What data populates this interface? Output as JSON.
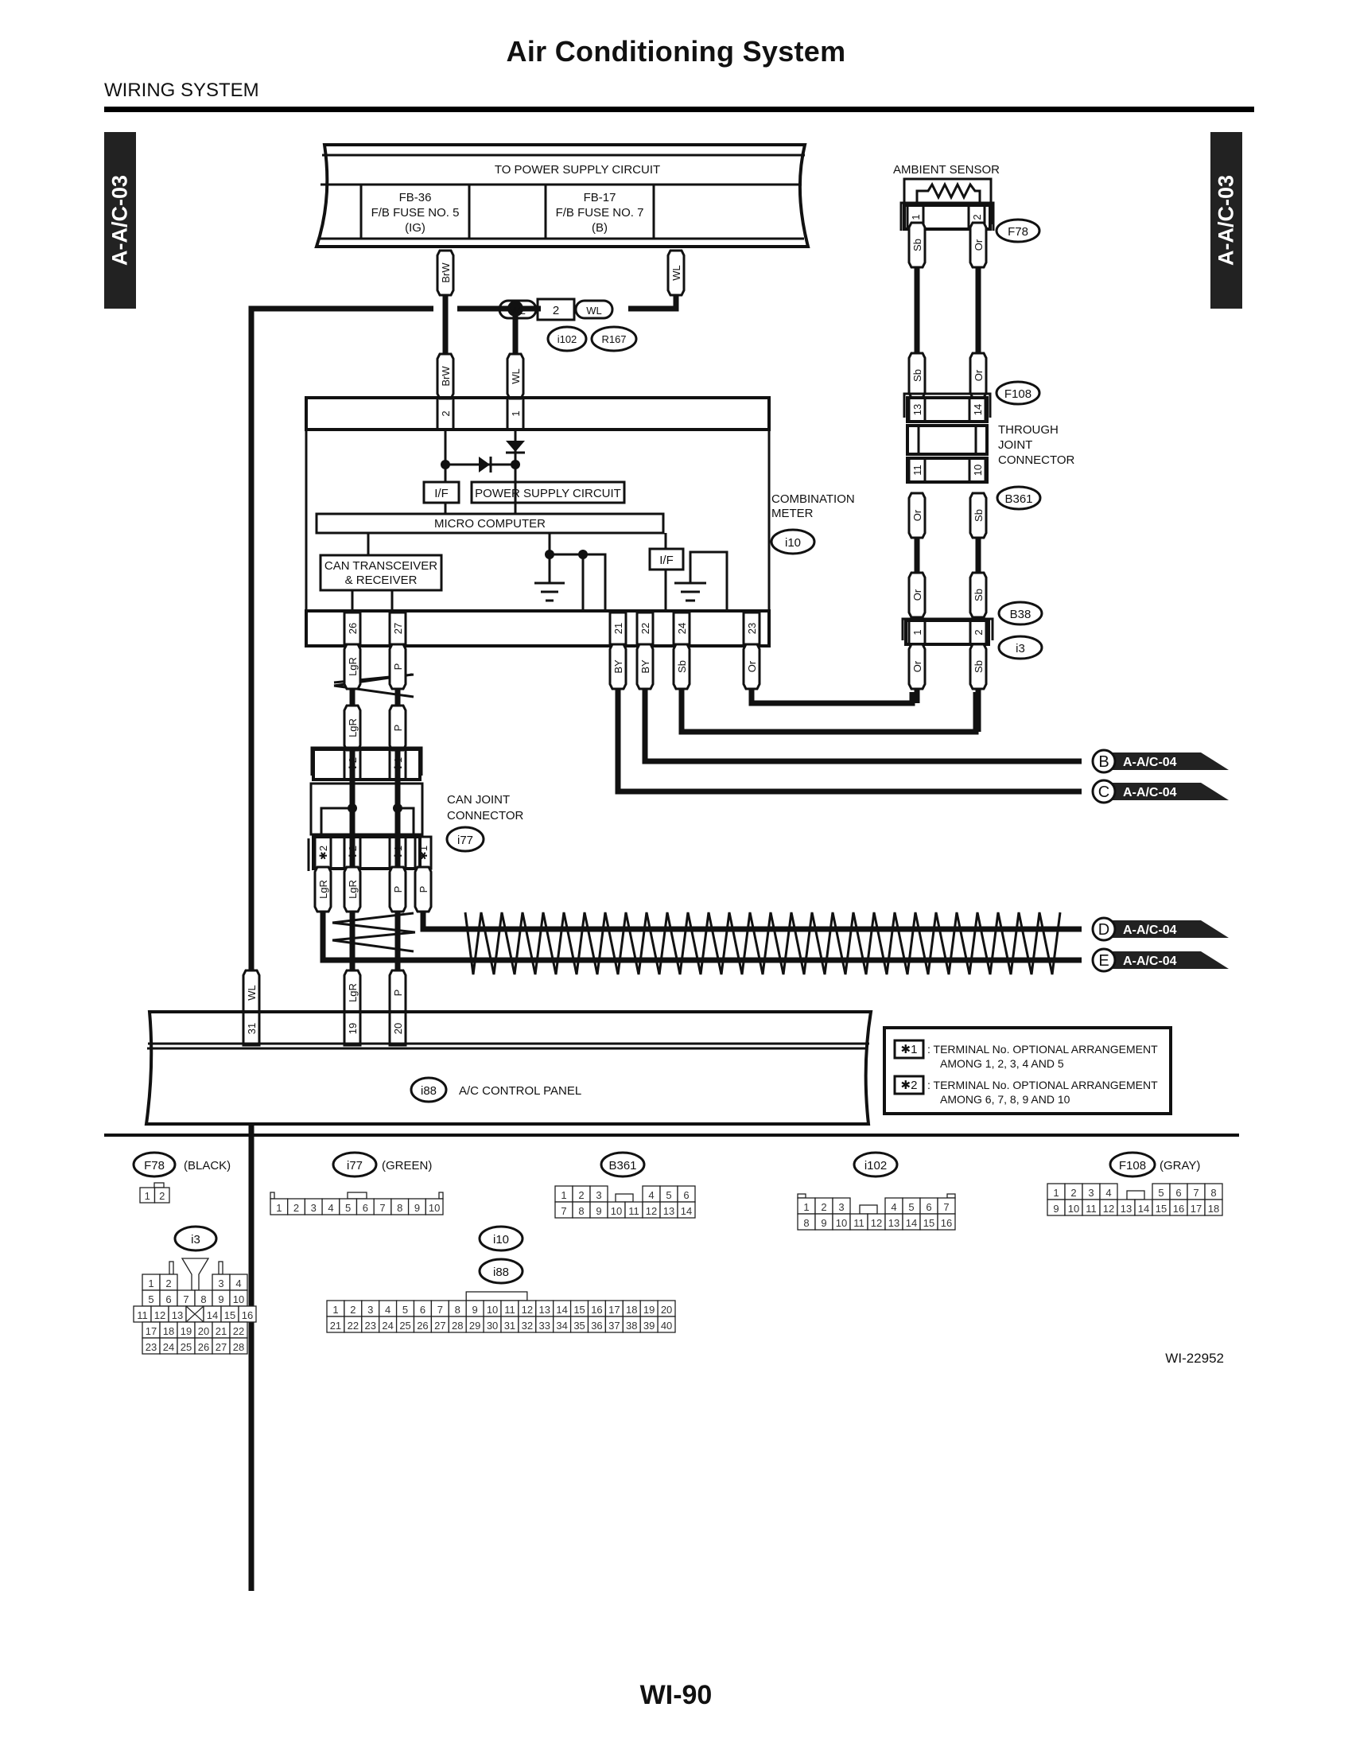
{
  "header": {
    "title": "Air Conditioning System",
    "section": "WIRING SYSTEM"
  },
  "side_tabs": {
    "left": "A-A/C-03",
    "right": "A-A/C-03"
  },
  "footer": {
    "page": "WI-90",
    "figure_id": "WI-22952"
  },
  "power_supply": {
    "title": "TO POWER SUPPLY CIRCUIT",
    "fuse_left": {
      "line1": "FB-36",
      "line2": "F/B FUSE NO. 5",
      "line3": "(IG)"
    },
    "fuse_right": {
      "line1": "FB-17",
      "line2": "F/B FUSE NO. 7",
      "line3": "(B)"
    }
  },
  "wires": {
    "brw": "BrW",
    "wl": "WL",
    "lgr": "LgR",
    "p": "P",
    "by": "BY",
    "sb": "Sb",
    "or": "Or"
  },
  "joint_i102": {
    "pin": "2",
    "connectors": [
      "i102",
      "R167"
    ]
  },
  "combination_meter": {
    "name_line1": "COMBINATION",
    "name_line2": "METER",
    "connector": "i10",
    "top_pins": [
      "2",
      "1"
    ],
    "bottom_pins": [
      "26",
      "27",
      "21",
      "22",
      "24",
      "23"
    ],
    "blocks": {
      "if": "I/F",
      "power_supply": "POWER SUPPLY CIRCUIT",
      "micro": "MICRO COMPUTER",
      "can_line1": "CAN TRANSCEIVER",
      "can_line2": "& RECEIVER"
    }
  },
  "ambient_sensor": {
    "name": "AMBIENT SENSOR",
    "connector": "F78",
    "pins": [
      "1",
      "2"
    ]
  },
  "through_joint": {
    "line1": "THROUGH",
    "line2": "JOINT",
    "line3": "CONNECTOR",
    "top_connector": "F108",
    "top_pins": [
      "13",
      "14"
    ],
    "bottom_connector": "B361",
    "bottom_pins": [
      "11",
      "10"
    ]
  },
  "b38_i3": {
    "connectors": [
      "B38",
      "i3"
    ],
    "pins": [
      "1",
      "2"
    ]
  },
  "can_joint": {
    "line1": "CAN JOINT",
    "line2": "CONNECTOR",
    "connector": "i77",
    "top_pins": [
      "✱2",
      "✱1"
    ],
    "bottom_pins": [
      "✱2",
      "✱2",
      "✱1",
      "✱1"
    ]
  },
  "off_page": [
    {
      "letter": "B",
      "ref": "A-A/C-04"
    },
    {
      "letter": "C",
      "ref": "A-A/C-04"
    },
    {
      "letter": "D",
      "ref": "A-A/C-04"
    },
    {
      "letter": "E",
      "ref": "A-A/C-04"
    }
  ],
  "ac_panel": {
    "connector": "i88",
    "name": "A/C CONTROL PANEL",
    "pins": [
      "31",
      "19",
      "20"
    ]
  },
  "legend": [
    {
      "mark": "✱1",
      "line1": ": TERMINAL No. OPTIONAL ARRANGEMENT",
      "line2": "AMONG 1, 2, 3, 4 AND 5"
    },
    {
      "mark": "✱2",
      "line1": ": TERMINAL No. OPTIONAL ARRANGEMENT",
      "line2": "AMONG 6, 7, 8, 9 AND 10"
    }
  ],
  "connector_faces": {
    "f78": {
      "id": "F78",
      "color": "(BLACK)",
      "rows": [
        [
          "1",
          "2"
        ]
      ]
    },
    "i77": {
      "id": "i77",
      "color": "(GREEN)",
      "rows": [
        [
          "1",
          "2",
          "3",
          "4",
          "5",
          "6",
          "7",
          "8",
          "9",
          "10"
        ]
      ]
    },
    "b361": {
      "id": "B361",
      "rows": [
        [
          "1",
          "2",
          "3",
          "4",
          "5",
          "6"
        ],
        [
          "7",
          "8",
          "9",
          "10",
          "11",
          "12",
          "13",
          "14"
        ]
      ]
    },
    "i102": {
      "id": "i102",
      "rows": [
        [
          "1",
          "2",
          "3",
          "4",
          "5",
          "6",
          "7"
        ],
        [
          "8",
          "9",
          "10",
          "11",
          "12",
          "13",
          "14",
          "15",
          "16"
        ]
      ]
    },
    "f108": {
      "id": "F108",
      "color": "(GRAY)",
      "rows": [
        [
          "1",
          "2",
          "3",
          "4",
          "5",
          "6",
          "7",
          "8"
        ],
        [
          "9",
          "10",
          "11",
          "12",
          "13",
          "14",
          "15",
          "16",
          "17",
          "18"
        ]
      ]
    },
    "i3": {
      "id": "i3",
      "rows": [
        [
          "1",
          "2",
          "3",
          "4"
        ],
        [
          "5",
          "6",
          "7",
          "8",
          "9",
          "10"
        ],
        [
          "11",
          "12",
          "13",
          "14",
          "15",
          "16"
        ],
        [
          "17",
          "18",
          "19",
          "20",
          "21",
          "22"
        ],
        [
          "23",
          "24",
          "25",
          "26",
          "27",
          "28"
        ]
      ]
    },
    "i10_i88": {
      "ids": [
        "i10",
        "i88"
      ],
      "rows": [
        [
          "1",
          "2",
          "3",
          "4",
          "5",
          "6",
          "7",
          "8",
          "9",
          "10",
          "11",
          "12",
          "13",
          "14",
          "15",
          "16",
          "17",
          "18",
          "19",
          "20"
        ],
        [
          "21",
          "22",
          "23",
          "24",
          "25",
          "26",
          "27",
          "28",
          "29",
          "30",
          "31",
          "32",
          "33",
          "34",
          "35",
          "36",
          "37",
          "38",
          "39",
          "40"
        ]
      ]
    }
  }
}
